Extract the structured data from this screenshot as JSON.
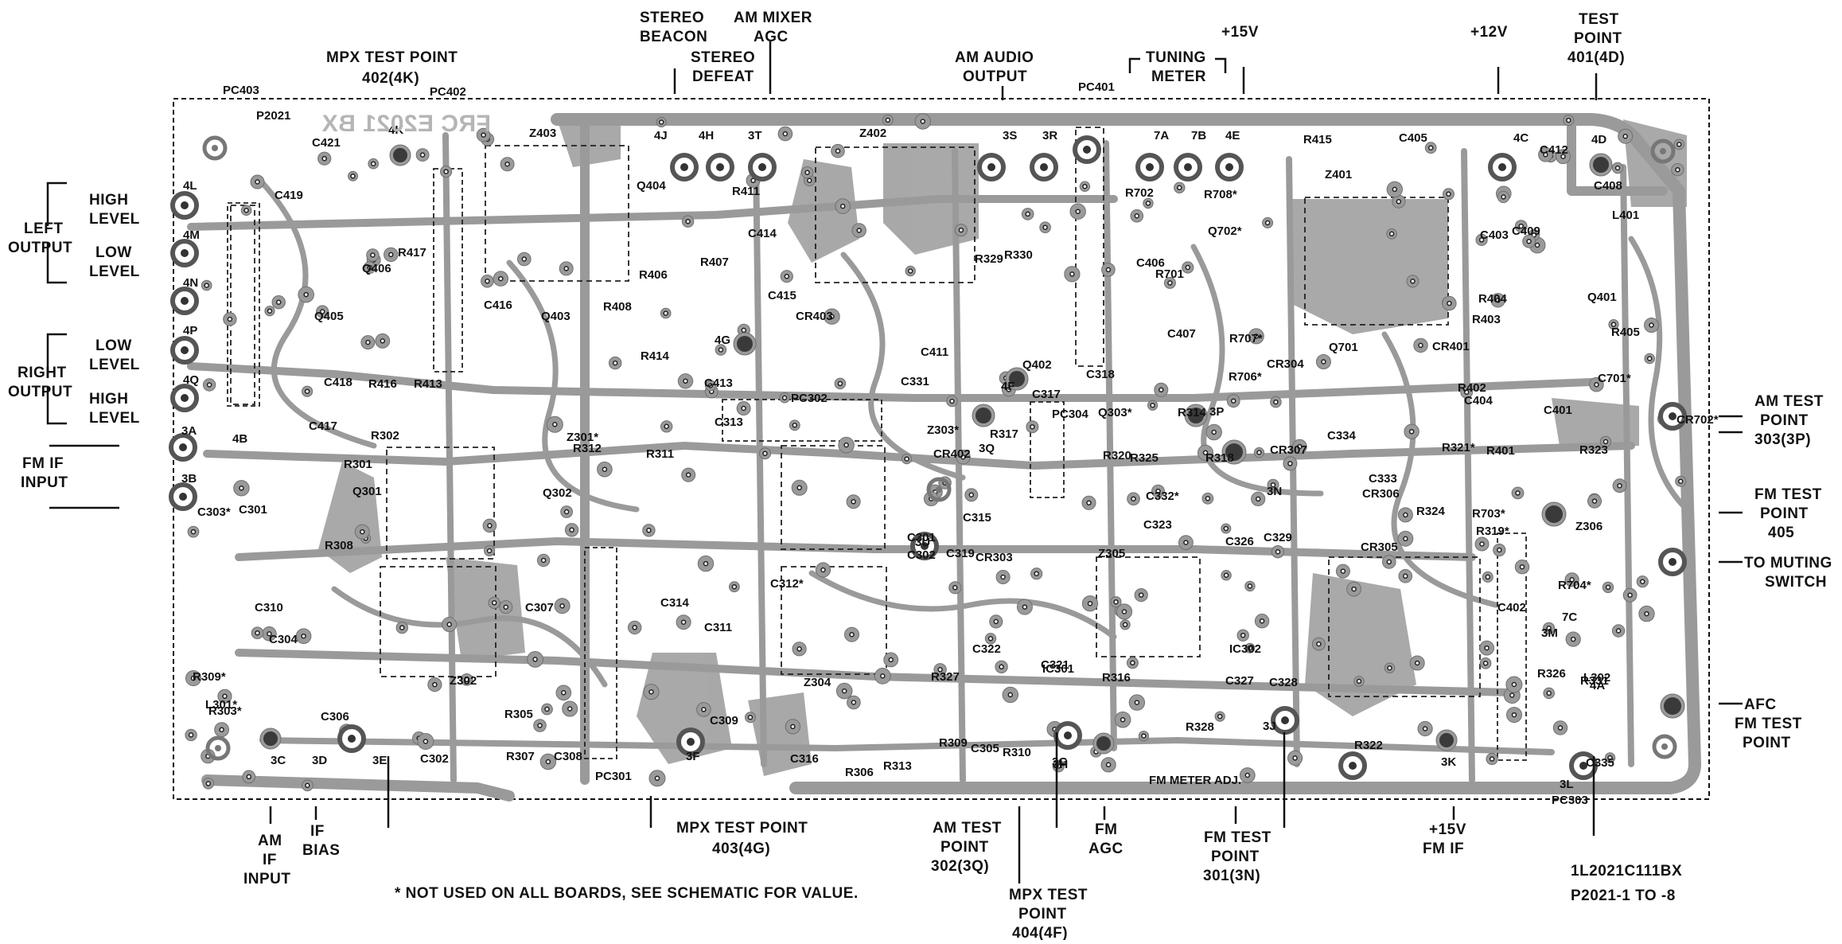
{
  "board": {
    "stamp": "FRC E2021 BX",
    "part_label": "P2021"
  },
  "callouts": {
    "mpx_402_title": "MPX TEST POINT",
    "mpx_402_sub": "402(4K)",
    "stereo_beacon_1": "STEREO",
    "stereo_beacon_2": "BEACON",
    "stereo_defeat_1": "STEREO",
    "stereo_defeat_2": "DEFEAT",
    "am_mixer_1": "AM MIXER",
    "am_mixer_2": "AGC",
    "am_audio_1": "AM AUDIO",
    "am_audio_2": "OUTPUT",
    "tuning_1": "TUNING",
    "tuning_2": "METER",
    "plus15v": "+15V",
    "plus12v": "+12V",
    "test401_1": "TEST",
    "test401_2": "POINT",
    "test401_3": "401(4D)",
    "left_output_1": "LEFT",
    "left_output_2": "OUTPUT",
    "left_high_1": "HIGH",
    "left_high_2": "LEVEL",
    "left_low_1": "LOW",
    "left_low_2": "LEVEL",
    "right_output_1": "RIGHT",
    "right_output_2": "OUTPUT",
    "right_low_1": "LOW",
    "right_low_2": "LEVEL",
    "right_high_1": "HIGH",
    "right_high_2": "LEVEL",
    "fm_if_1": "FM IF",
    "fm_if_2": "INPUT",
    "am_test303_1": "AM TEST",
    "am_test303_2": "POINT",
    "am_test303_3": "303(3P)",
    "fm_test405_1": "FM TEST",
    "fm_test405_2": "POINT",
    "fm_test405_3": "405",
    "muting_1": "TO MUTING",
    "muting_2": "SWITCH",
    "afc_1": "AFC",
    "afc_2": "FM TEST",
    "afc_3": "POINT",
    "am_if_1": "AM",
    "am_if_2": "IF",
    "am_if_3": "INPUT",
    "if_bias_1": "IF",
    "if_bias_2": "BIAS",
    "mpx_403_1": "MPX TEST POINT",
    "mpx_403_2": "403(4G)",
    "am_test302_1": "AM TEST",
    "am_test302_2": "POINT",
    "am_test302_3": "302(3Q)",
    "mpx_404_1": "MPX TEST",
    "mpx_404_2": "POINT",
    "mpx_404_3": "404(4F)",
    "fm_agc_1": "FM",
    "fm_agc_2": "AGC",
    "fm_test301_1": "FM TEST",
    "fm_test301_2": "POINT",
    "fm_test301_3": "301(3N)",
    "fm_if_15v_1": "+15V",
    "fm_if_15v_2": "FM IF",
    "part_no_1": "1L2021C111BX",
    "part_no_2": "P2021-1 TO -8",
    "footnote": "* NOT USED ON ALL BOARDS, SEE SCHEMATIC FOR VALUE.",
    "fm_meter_adj": "FM METER ADJ."
  },
  "components": [
    "C421",
    "PC403",
    "4K",
    "PC402",
    "Z403",
    "4J",
    "4H",
    "3T",
    "Z402",
    "3S",
    "3R",
    "PC401",
    "7A",
    "7B",
    "4E",
    "R415",
    "C405",
    "4C",
    "C412",
    "4D",
    "C408",
    "4L",
    "4M",
    "4N",
    "4P",
    "4Q",
    "3A",
    "3B",
    "C419",
    "R417",
    "Q406",
    "Q405",
    "C416",
    "R416",
    "R413",
    "C418",
    "C417",
    "Q404",
    "R411",
    "C414",
    "R407",
    "R406",
    "C415",
    "R408",
    "Q403",
    "R414",
    "C413",
    "CR403",
    "4G",
    "C411",
    "C331",
    "R329",
    "R330",
    "4F",
    "Q402",
    "C318",
    "R702",
    "R708*",
    "C406",
    "R701",
    "Q702*",
    "C407",
    "R707*",
    "R706*",
    "Z401",
    "C403",
    "C409",
    "L401",
    "Q401",
    "R404",
    "R403",
    "R405",
    "CR401",
    "Q701",
    "C701*",
    "R402",
    "C404",
    "C401",
    "CR702*",
    "4B",
    "Q301",
    "R301",
    "C303*",
    "R302",
    "Z301*",
    "Q302",
    "R312",
    "R311",
    "C313",
    "PC302",
    "CR402",
    "Z303*",
    "R317",
    "3Q",
    "C317",
    "PC304",
    "Q303*",
    "R314",
    "3P",
    "CR304",
    "R320",
    "R325",
    "R318",
    "CR307",
    "3N",
    "C334",
    "C333",
    "R321*",
    "R401",
    "R323",
    "R703*",
    "R324",
    "CR306",
    "C332*",
    "C323",
    "C326",
    "CR305",
    "R319*",
    "Z306",
    "R704*",
    "7C",
    "C402",
    "4A",
    "R331",
    "R326",
    "3M",
    "L302",
    "C335",
    "3L",
    "PC303",
    "L301*",
    "C301",
    "R308",
    "C310",
    "C304",
    "R309*",
    "R303*",
    "C306",
    "3C",
    "3D",
    "3E",
    "C302",
    "Z302",
    "C307",
    "R305",
    "R307",
    "C308",
    "PC301",
    "C314",
    "C311",
    "C312*",
    "C309",
    "3F",
    "Z304",
    "C301",
    "C302",
    "C316",
    "R313",
    "R306",
    "R327",
    "C319",
    "3U",
    "C315",
    "CR303",
    "C322",
    "IC301",
    "C321",
    "R309",
    "C305",
    "R310",
    "3G",
    "3H",
    "R316",
    "Z305",
    "IC302",
    "C327",
    "C328",
    "C329",
    "3J",
    "R328",
    "R322",
    "3K"
  ]
}
